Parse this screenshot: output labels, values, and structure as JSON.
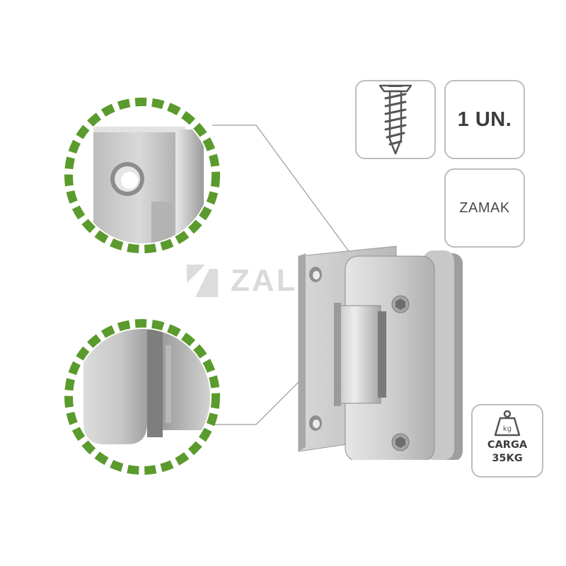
{
  "badges": {
    "quantity": "1 UN.",
    "material": "ZAMAK",
    "load_line1": "CARGA",
    "load_line2": "35KG",
    "weight_unit": "kg"
  },
  "watermark": "ZALCMIS",
  "icons": [
    "screw-icon",
    "weight-icon"
  ],
  "colors": {
    "dashed_ring": "#5b9a2d",
    "badge_border": "#bdbdbd",
    "metal": "#c9c9c9"
  }
}
